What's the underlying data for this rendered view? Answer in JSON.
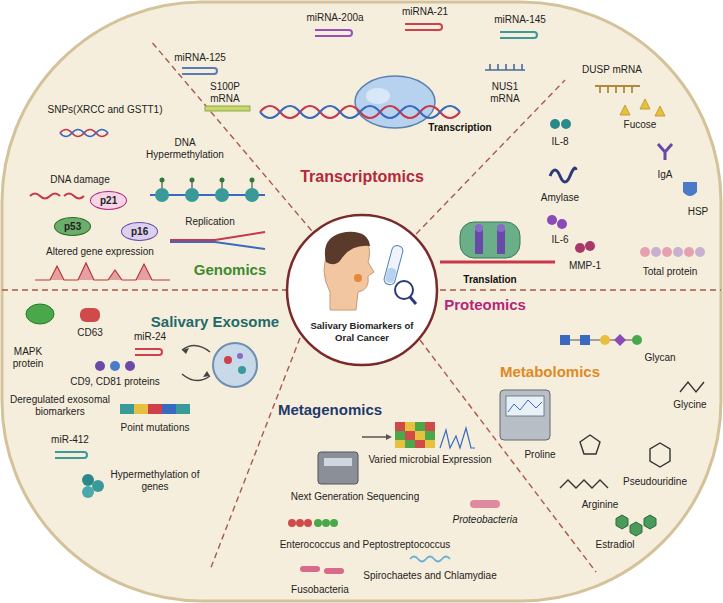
{
  "diagram": {
    "nodes": [
      {
        "text": [
          "Salivary Biomarkers of Oral Cancer"
        ]
      },
      {
        "text": [
          "p21"
        ]
      },
      {
        "text": [
          "p53"
        ]
      },
      {
        "text": [
          "p16"
        ]
      }
    ],
    "labels": [
      "miRNA-125",
      "miRNA-200a",
      "miRNA-21",
      "miRNA-145",
      "S100P mRNA",
      "NUS1 mRNA",
      "DUSP mRNA",
      "Transcription",
      "Transcriptomics",
      "SNPs(XRCC and GSTT1)",
      "DNA Hypermethylation",
      "DNA damage",
      "Replication",
      "Altered gene expression",
      "Genomics",
      "Fucose",
      "IL-8",
      "IgA",
      "Amylase",
      "HSP",
      "IL-6",
      "MMP-1",
      "Total protein",
      "Translation",
      "Proteomics",
      "Salivary Exosome",
      "MAPK protein",
      "CD63",
      "miR-24",
      "CD9, CD81 proteins",
      "Deregulated exosomal biomarkers",
      "Point mutations",
      "miR-412",
      "Hypermethylation of genes",
      "Metagenomics",
      "Next Generation Sequencing",
      "Varied microbial Expression",
      "Proteobacteria",
      "Enterococcus and Peptostreptococcus",
      "Fusobacteria",
      "Spirochaetes and Chlamydiae",
      "Metabolomics",
      "Glycan",
      "Glycine",
      "Proline",
      "Arginine",
      "Pseudouridine",
      "Estradiol"
    ]
  }
}
